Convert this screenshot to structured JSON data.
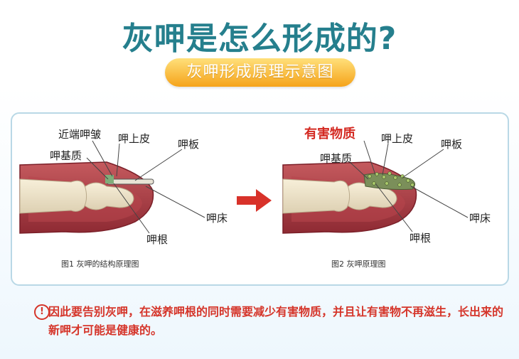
{
  "header": {
    "title": "灰呷是怎么形成的?",
    "subtitle": "灰呷形成原理示意图"
  },
  "figure1": {
    "labels": {
      "proximal_fold": "近端呷皱",
      "eponychium": "呷上皮",
      "matrix": "呷基质",
      "nail_plate": "呷板",
      "nail_bed": "呷床",
      "nail_root": "呷根"
    },
    "caption": "图1  灰呷的结构原理图"
  },
  "figure2": {
    "labels": {
      "harmful": "有害物质",
      "eponychium": "呷上皮",
      "matrix": "呷基质",
      "nail_plate": "呷板",
      "nail_bed": "呷床",
      "nail_root": "呷根"
    },
    "caption": "图2  灰呷原理图"
  },
  "note": {
    "icon": "exclamation-icon",
    "text": "因此要告别灰呷，在滋养呷根的同时需要减少有害物质，并且让有害物不再滋生，长出来的新呷才可能是健康的。"
  },
  "colors": {
    "title": "#257f8d",
    "pill": "#f5a31a",
    "note": "#d5352a",
    "arrow": "#d8322a",
    "finger": "#a8323a"
  }
}
